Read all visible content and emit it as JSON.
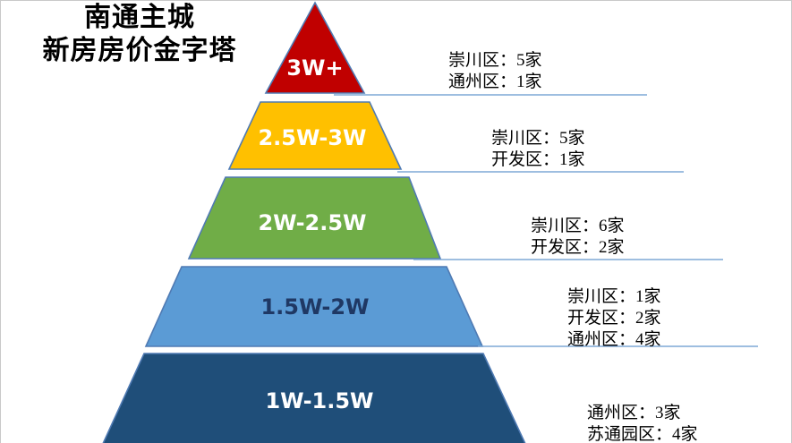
{
  "title": {
    "line1": "南通主城",
    "line2": "新房房价金字塔"
  },
  "chart_data": {
    "type": "pyramid",
    "title": "南通主城 新房房价金字塔",
    "unit": "家",
    "outline_color": "#4F7AB3",
    "connector_color": "#7FA8D6",
    "tiers": [
      {
        "label": "3W+",
        "color": "#C00000",
        "label_color": "#FFFFFF",
        "annotations": [
          {
            "text": "崇川区：5家",
            "district": "崇川区",
            "count": 5
          },
          {
            "text": "通州区：1家",
            "district": "通州区",
            "count": 1
          }
        ]
      },
      {
        "label": "2.5W-3W",
        "color": "#FFC000",
        "label_color": "#FFFFFF",
        "annotations": [
          {
            "text": "崇川区：5家",
            "district": "崇川区",
            "count": 5
          },
          {
            "text": "开发区：1家",
            "district": "开发区",
            "count": 1
          }
        ]
      },
      {
        "label": "2W-2.5W",
        "color": "#70AD47",
        "label_color": "#FFFFFF",
        "annotations": [
          {
            "text": "崇川区：6家",
            "district": "崇川区",
            "count": 6
          },
          {
            "text": "开发区：2家",
            "district": "开发区",
            "count": 2
          }
        ]
      },
      {
        "label": "1.5W-2W",
        "color": "#5B9BD5",
        "label_color": "#1F3864",
        "annotations": [
          {
            "text": "崇川区：1家",
            "district": "崇川区",
            "count": 1
          },
          {
            "text": "开发区：2家",
            "district": "开发区",
            "count": 2
          },
          {
            "text": "通州区：4家",
            "district": "通州区",
            "count": 4
          }
        ]
      },
      {
        "label": "1W-1.5W",
        "color": "#1F4E79",
        "label_color": "#FFFFFF",
        "annotations": [
          {
            "text": "通州区：3家",
            "district": "通州区",
            "count": 3
          },
          {
            "text": "苏通园区：4家",
            "district": "苏通园区",
            "count": 4
          }
        ]
      }
    ]
  }
}
